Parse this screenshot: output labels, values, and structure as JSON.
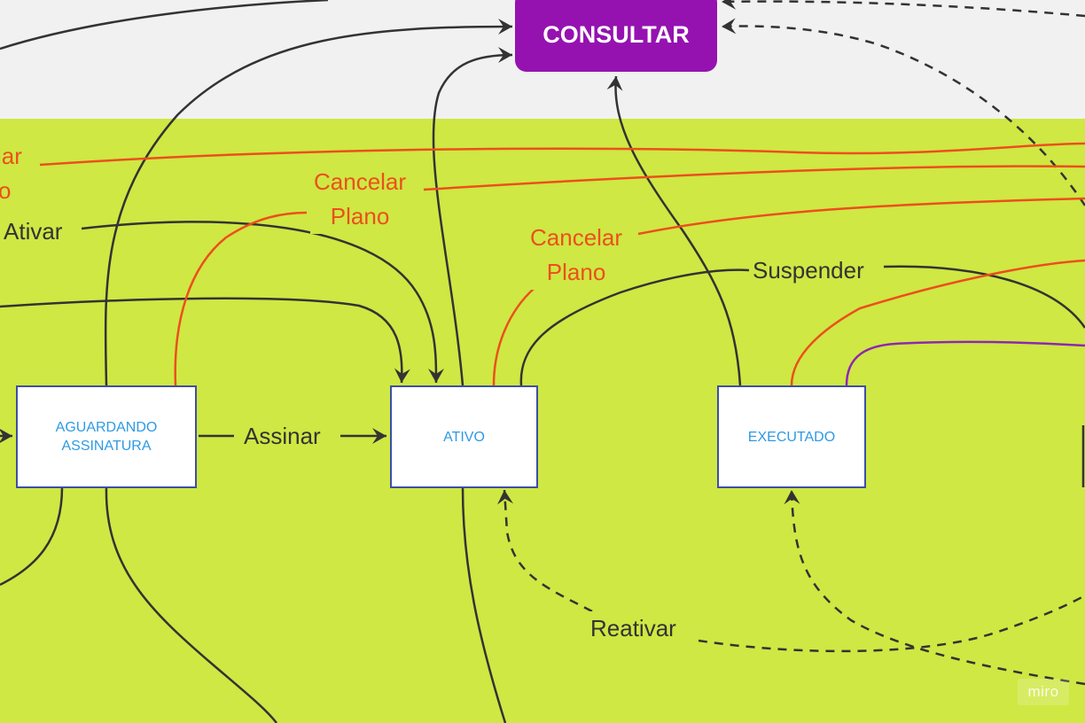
{
  "diagram": {
    "nodes": {
      "consultar": "CONSULTAR",
      "aguardando_line1": "AGUARDANDO",
      "aguardando_line2": "ASSINATURA",
      "ativo": "ATIVO",
      "executado": "EXECUTADO"
    },
    "labels": {
      "cancelar_left_partial_1": "lar",
      "cancelar_left_partial_2": "o",
      "ativar": "Ativar",
      "cancelar_1_line1": "Cancelar",
      "cancelar_1_line2": "Plano",
      "cancelar_2_line1": "Cancelar",
      "cancelar_2_line2": "Plano",
      "suspender": "Suspender",
      "assinar": "Assinar",
      "reativar": "Reativar"
    },
    "colors": {
      "band": "#cfe843",
      "background": "#f1f1f1",
      "consultar_fill": "#9512b0",
      "state_border": "#3d4fa8",
      "state_text": "#2e9ae3",
      "connector_dark": "#333333",
      "connector_cancel": "#ec4f1c",
      "connector_purple": "#8f26b3"
    }
  },
  "watermark": "miro"
}
